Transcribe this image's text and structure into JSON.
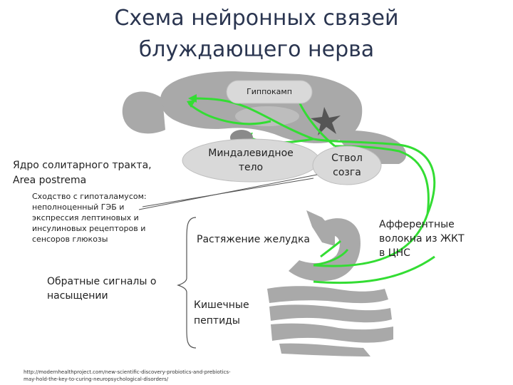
{
  "title_line1": "Схема нейронных связей",
  "title_line2": "блуждающего нерва",
  "labels": {
    "hippocampus": "Гиппокамп",
    "amygdala_line1": "Миндалевидное",
    "amygdala_line2": "тело",
    "brainstem_line1": "Ствол",
    "brainstem_line2": "созга",
    "nucleus_line1": "Ядро солитарного тракта,",
    "nucleus_line2": "Area postrema",
    "similarity_lines": [
      "Сходство с гипоталамусом:",
      "неполноценный ГЭБ и",
      "экспрессия лептиновых и",
      "инсулиновых рецепторов и",
      "сенсоров глюкозы"
    ],
    "feedback_line1": "Обратные сигналы о",
    "feedback_line2": "насыщении",
    "stomach_stretch": "Растяжение желудка",
    "gut_peptides_line1": "Кишечные",
    "gut_peptides_line2": "пептиды",
    "afferent_line1": "Афферентные",
    "afferent_line2": "волокна из ЖКТ",
    "afferent_line3": "в ЦНС"
  },
  "source_url_line1": "http://modernhealthproject.com/new-scientific-discovery-probiotics-and-prebiotics-",
  "source_url_line2": "may-hold-the-key-to-curing-neuropsychological-disorders/",
  "colors": {
    "fiber_green": "#33dd33",
    "brain_gray": "#a9a9a9",
    "dark_gray": "#7f7f7f",
    "label_fill": "#d9d9d9"
  }
}
